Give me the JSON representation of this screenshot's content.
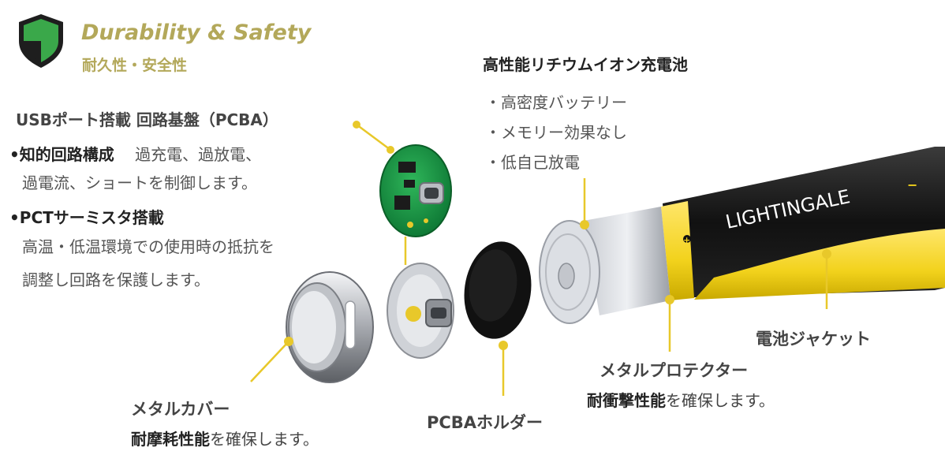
{
  "header": {
    "title": "Durability & Safety",
    "subtitle": "耐久性・安全性",
    "icon": "shield-check-icon"
  },
  "pcba_section": {
    "title": "USBポート搭載 回路基盤（PCBA）",
    "bullet1_label": "•知的回路構成",
    "bullet1_text": "過充電、過放電、",
    "bullet1_text2": "過電流、ショートを制御します。",
    "bullet2_label": "•PCTサーミスタ搭載",
    "bullet2_text": "高温・低温環境での使用時の抵抗を",
    "bullet2_text2": "調整し回路を保護します。"
  },
  "battery_section": {
    "title": "高性能リチウムイオン充電池",
    "items": [
      "・高密度バッテリー",
      "・メモリー効果なし",
      "・低自己放電"
    ]
  },
  "parts": {
    "jacket": "電池ジャケット",
    "protector": "メタルプロテクター",
    "protector_desc_bold": "耐衝撃性能",
    "protector_desc": "を確保します。",
    "holder": "PCBAホルダー",
    "cover": "メタルカバー",
    "cover_desc_bold": "耐摩耗性能",
    "cover_desc": "を確保します。"
  },
  "battery_brand": "LIGHTINGALE",
  "colors": {
    "accent_gold": "#b3a85a",
    "callout_yellow": "#e8c82a",
    "battery_yellow": "#f2d21c",
    "shield_green": "#3aa84a"
  }
}
